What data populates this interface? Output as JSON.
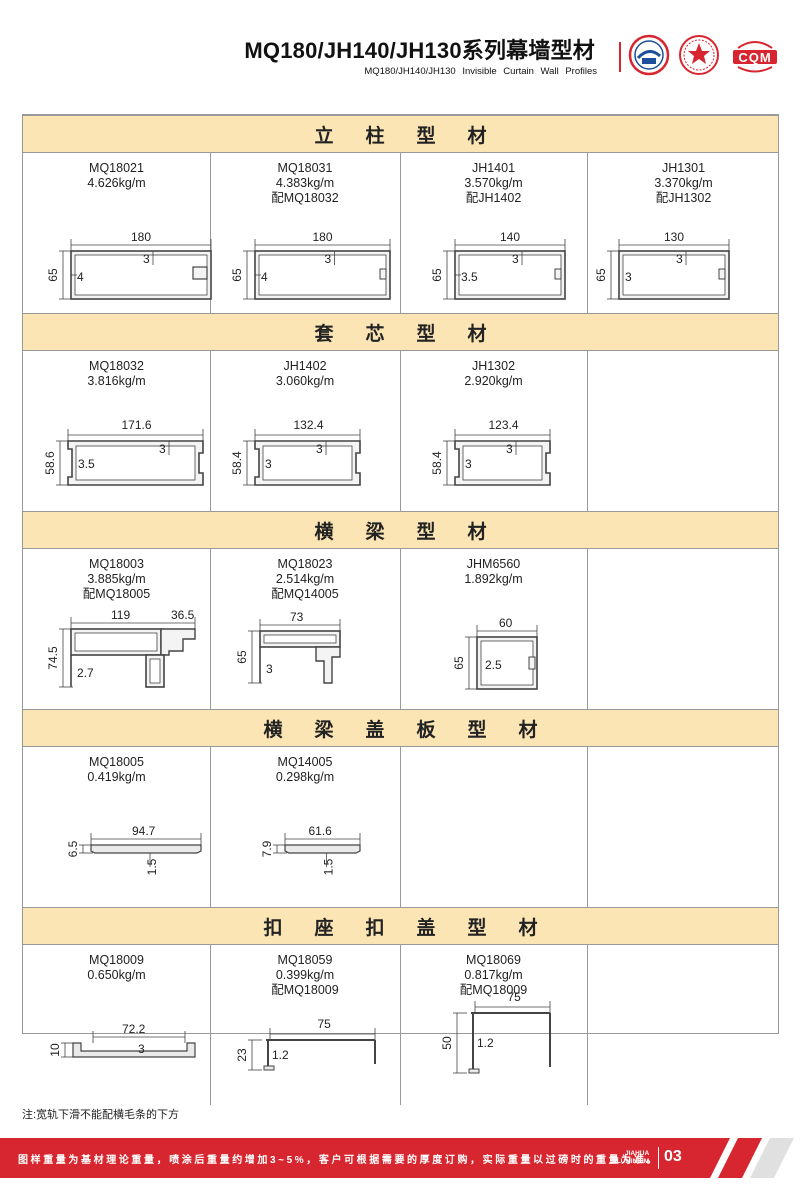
{
  "header": {
    "title": "MQ180/JH140/JH130系列幕墙型材",
    "subtitle": "MQ180/JH140/JH130 Invisible Curtain Wall Profiles",
    "logos": [
      "gb-certification-logo",
      "china-quality-logo",
      "cqm-certification-logo"
    ],
    "cqm_text": "CQM",
    "accent_color": "#d7262f",
    "band_color": "#fbe5b5"
  },
  "sections": [
    {
      "title": "立柱型材",
      "items": [
        {
          "code": "MQ18021",
          "weight": "4.626kg/m",
          "pair": "",
          "dims": {
            "w": "180",
            "h": "65",
            "t1": "3",
            "t2": "4"
          }
        },
        {
          "code": "MQ18031",
          "weight": "4.383kg/m",
          "pair": "配MQ18032",
          "dims": {
            "w": "180",
            "h": "65",
            "t1": "3",
            "t2": "4"
          }
        },
        {
          "code": "JH1401",
          "weight": "3.570kg/m",
          "pair": "配JH1402",
          "dims": {
            "w": "140",
            "h": "65",
            "t1": "3",
            "t2": "3.5"
          }
        },
        {
          "code": "JH1301",
          "weight": "3.370kg/m",
          "pair": "配JH1302",
          "dims": {
            "w": "130",
            "h": "65",
            "t1": "3"
          }
        }
      ]
    },
    {
      "title": "套芯型材",
      "items": [
        {
          "code": "MQ18032",
          "weight": "3.816kg/m",
          "pair": "",
          "dims": {
            "w": "171.6",
            "h": "58.6",
            "t1": "3",
            "t2": "3.5"
          }
        },
        {
          "code": "JH1402",
          "weight": "3.060kg/m",
          "pair": "",
          "dims": {
            "w": "132.4",
            "h": "58.4",
            "t1": "3"
          }
        },
        {
          "code": "JH1302",
          "weight": "2.920kg/m",
          "pair": "",
          "dims": {
            "w": "123.4",
            "h": "58.4",
            "t1": "3"
          }
        }
      ]
    },
    {
      "title": "横梁型材",
      "items": [
        {
          "code": "MQ18003",
          "weight": "3.885kg/m",
          "pair": "配MQ18005",
          "dims": {
            "w": "119",
            "w2": "36.5",
            "h": "74.5",
            "t1": "2.7"
          }
        },
        {
          "code": "MQ18023",
          "weight": "2.514kg/m",
          "pair": "配MQ14005",
          "dims": {
            "w": "73",
            "h": "65",
            "t1": "3"
          }
        },
        {
          "code": "JHM6560",
          "weight": "1.892kg/m",
          "pair": "",
          "dims": {
            "w": "60",
            "h": "65",
            "t1": "2.5"
          }
        }
      ]
    },
    {
      "title": "横梁盖板型材",
      "items": [
        {
          "code": "MQ18005",
          "weight": "0.419kg/m",
          "pair": "",
          "dims": {
            "w": "94.7",
            "h": "6.5",
            "t1": "1.5"
          }
        },
        {
          "code": "MQ14005",
          "weight": "0.298kg/m",
          "pair": "",
          "dims": {
            "w": "61.6",
            "h": "7.9",
            "t1": "1.5"
          }
        }
      ]
    },
    {
      "title": "扣座扣盖型材",
      "items": [
        {
          "code": "MQ18009",
          "weight": "0.650kg/m",
          "pair": "",
          "dims": {
            "w": "72.2",
            "h": "10",
            "t1": "3"
          }
        },
        {
          "code": "MQ18059",
          "weight": "0.399kg/m",
          "pair": "配MQ18009",
          "dims": {
            "w": "75",
            "h": "23",
            "t1": "1.2"
          }
        },
        {
          "code": "MQ18069",
          "weight": "0.817kg/m",
          "pair": "配MQ18009",
          "dims": {
            "w": "75",
            "h": "50",
            "t1": "1.2"
          }
        }
      ]
    }
  ],
  "note": "注:宽轨下滑不能配横毛条的下方",
  "footer": {
    "disclaimer": "图样重量为基材理论重量，喷涂后重量约增加3~5%，客户可根据需要的厚度订购，实际重量以过磅时的重量为准。",
    "brand_line1": "JIAHUA",
    "brand_line2": "ALUMINIUM",
    "page": "03"
  }
}
